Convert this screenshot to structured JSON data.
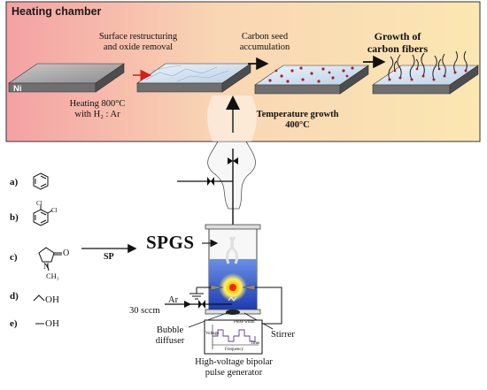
{
  "chamber": {
    "title": "Heating chamber",
    "step1": "Surface restructuring\nand oxide removal",
    "step2": "Carbon seed\naccumulation",
    "step3": "Growth of\ncarbon fibers",
    "heating": "Heating 800°C\nwith H₂ : Ar",
    "temp_growth": "Temperature growth\n400°C",
    "ni_label": "Ni"
  },
  "molecules": [
    {
      "letter": "a)",
      "name": "benzene-structure"
    },
    {
      "letter": "b)",
      "name": "dichlorobenzene-structure",
      "atom": "Cl"
    },
    {
      "letter": "c)",
      "name": "n-methyl-pyrrolidone-structure",
      "atom_o": "O",
      "atom_n": "N",
      "atom_ch3": "CH₃"
    },
    {
      "letter": "d)",
      "name": "ethanol-structure",
      "atom": "OH"
    },
    {
      "letter": "e)",
      "name": "methanol-structure",
      "atom": "OH"
    }
  ],
  "apparatus": {
    "sp": "SP",
    "spgs": "SPGS",
    "ar": "Ar",
    "flow": "30 sccm",
    "bubble": "Bubble\ndiffuser",
    "stirrer": "Stirrer",
    "generator": "High-voltage bipolar\npulse generator",
    "pulse_width": "Pulse width",
    "voltage": "Voltage",
    "time": "Time",
    "frequency": "Frequency"
  }
}
